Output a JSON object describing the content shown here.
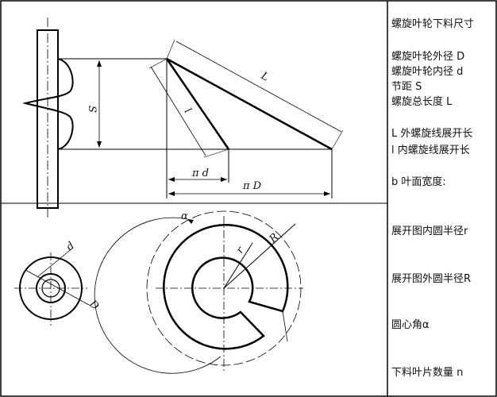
{
  "diagram": {
    "dims": {
      "S": "S",
      "L": "L",
      "l": "l",
      "pi_d": "π d",
      "pi_D": "π D",
      "d": "d",
      "D": "D",
      "alpha": "α",
      "r": "r",
      "R": "R"
    }
  },
  "panel": {
    "title": "螺旋叶轮下料尺寸",
    "outer_diameter": "螺旋叶轮外径 D",
    "inner_diameter": "螺旋叶轮内径 d",
    "pitch": "节距      S",
    "total_length": "螺旋总长度 L",
    "outer_unfold": "L 外螺旋线展开长",
    "inner_unfold": "l 内螺旋线展开长",
    "blade_width": "b 叶面宽度:",
    "inner_radius": "展开图内圆半径r",
    "outer_radius": "展开图外圆半径R",
    "center_angle": "圆心角α",
    "blade_count": "下料叶片数量 n"
  }
}
